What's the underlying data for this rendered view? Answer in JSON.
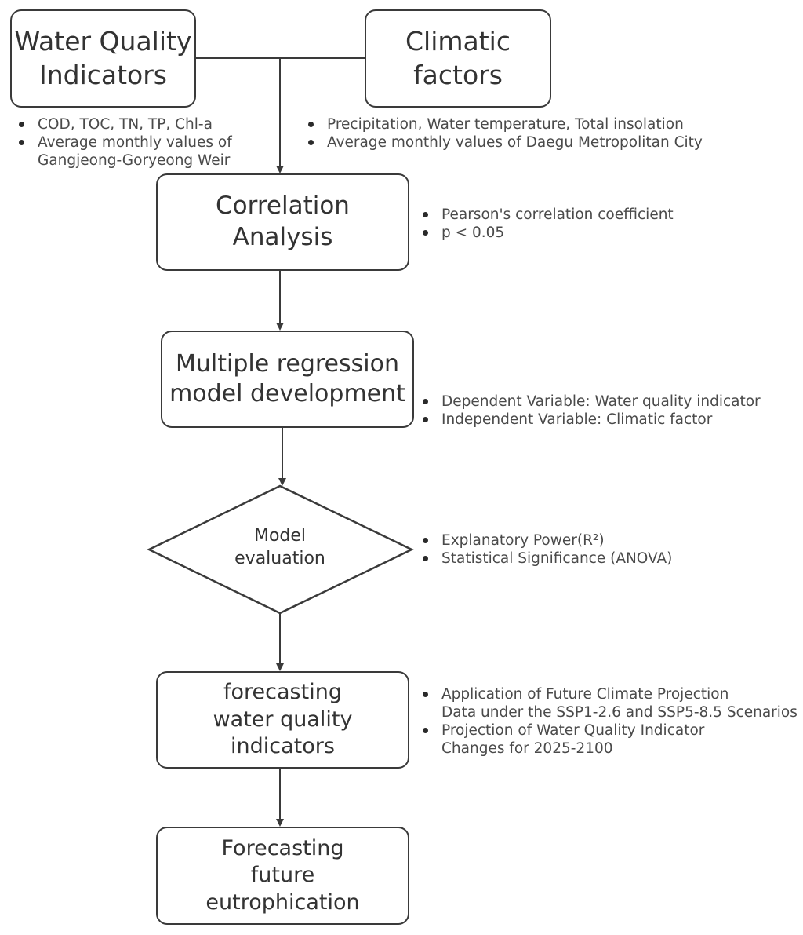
{
  "nodes": {
    "water_quality": {
      "lines": [
        "Water Quality",
        "Indicators"
      ]
    },
    "climatic": {
      "lines": [
        "Climatic",
        "factors"
      ]
    },
    "correlation": {
      "lines": [
        "Correlation",
        "Analysis"
      ]
    },
    "regression": {
      "lines": [
        "Multiple regression",
        "model development"
      ]
    },
    "evaluation": {
      "lines": [
        "Model",
        "evaluation"
      ]
    },
    "forecast_wq": {
      "lines": [
        "forecasting",
        "water quality",
        "indicators"
      ]
    },
    "forecast_eutro": {
      "lines": [
        "Forecasting",
        "future",
        "eutrophication"
      ]
    }
  },
  "notes": {
    "water_quality": [
      {
        "lines": [
          "COD, TOC, TN, TP, Chl-a"
        ]
      },
      {
        "lines": [
          "Average monthly values of",
          "Gangjeong-Goryeong Weir"
        ]
      }
    ],
    "climatic": [
      {
        "lines": [
          "Precipitation, Water temperature, Total insolation"
        ]
      },
      {
        "lines": [
          "Average monthly values of Daegu Metropolitan City"
        ]
      }
    ],
    "correlation": [
      {
        "lines": [
          "Pearson's correlation coefficient"
        ]
      },
      {
        "lines": [
          "p < 0.05"
        ]
      }
    ],
    "regression": [
      {
        "lines": [
          "Dependent  Variable: Water quality indicator"
        ]
      },
      {
        "lines": [
          "Independent  Variable: Climatic factor"
        ]
      }
    ],
    "evaluation": [
      {
        "lines": [
          "Explanatory Power(R²)"
        ]
      },
      {
        "lines": [
          "Statistical Significance (ANOVA)"
        ]
      }
    ],
    "forecast_wq": [
      {
        "lines": [
          "Application of Future Climate Projection",
          "Data under the SSP1-2.6 and SSP5-8.5 Scenarios"
        ]
      },
      {
        "lines": [
          "Projection of Water Quality Indicator",
          "Changes for 2025-2100"
        ]
      }
    ]
  },
  "colors": {
    "stroke": "#3a3a3a",
    "text": "#333333",
    "note_text": "#4a4a4a"
  }
}
